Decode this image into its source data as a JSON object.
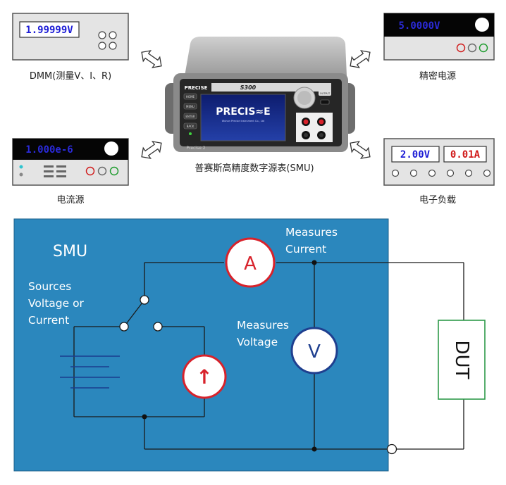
{
  "colors": {
    "smu_blue": "#2b87bd",
    "meter_red": "#d8222b",
    "meter_blue": "#1f3f8f",
    "lcd_text_blue": "#1d1dd6",
    "lcd_text_red": "#d01818",
    "instrument_gray": "#e3e3e3",
    "wire": "#1a1a1a"
  },
  "instruments": {
    "dmm": {
      "display": "1.99999V",
      "caption": "DMM(测量V、I、R)"
    },
    "power_supply": {
      "display": "5.0000V",
      "caption": "精密电源"
    },
    "current_source": {
      "display": "1.000e-6",
      "caption": "电流源"
    },
    "electronic_load": {
      "display_voltage": "2.00V",
      "display_current": "0.01A",
      "caption": "电子负载"
    },
    "smu_device": {
      "caption": "普赛斯高精度数字源表(SMU)",
      "brand": "PRECISE",
      "model": "S300",
      "screen_logo": "PRECIS≈E",
      "screen_sub": "Wuhan Precise Instrument Co., Ltd",
      "buttons": [
        "HOME",
        "MENU",
        "ENTER",
        "BACK"
      ],
      "output_label": "OUTPUT",
      "footer": "Precise 2"
    }
  },
  "schematic": {
    "title": "SMU",
    "sources_label": [
      "Sources",
      "Voltage or",
      "Current"
    ],
    "measures_current_label": [
      "Measures",
      "Current"
    ],
    "measures_voltage_label": [
      "Measures",
      "Voltage"
    ],
    "ammeter_symbol": "A",
    "voltmeter_symbol": "V",
    "current_source_symbol": "↑",
    "dut_label": "DUT"
  }
}
